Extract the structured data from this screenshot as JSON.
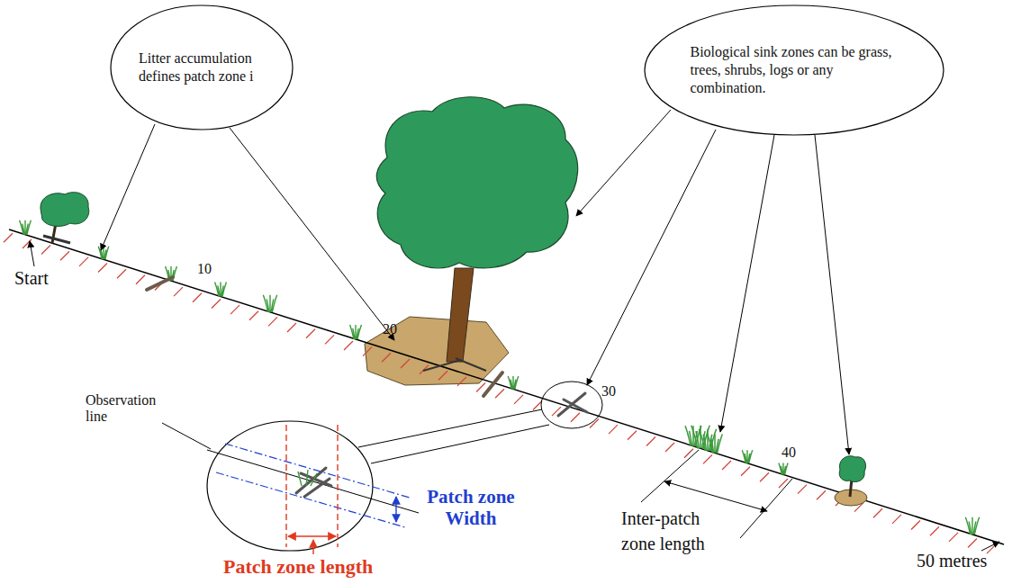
{
  "diagram": {
    "nodes": [
      {
        "text": [
          "Litter accumulation defines patch zone i"
        ]
      },
      {
        "text": [
          "Biological sink zones can be grass, trees, shrubs, logs or any combination."
        ]
      }
    ],
    "labels": [
      "Start",
      "10",
      "20",
      "30",
      "40",
      "50 metres",
      "Observation line",
      "Patch zone Width",
      "Patch zone length",
      "Inter-patch zone length"
    ]
  }
}
